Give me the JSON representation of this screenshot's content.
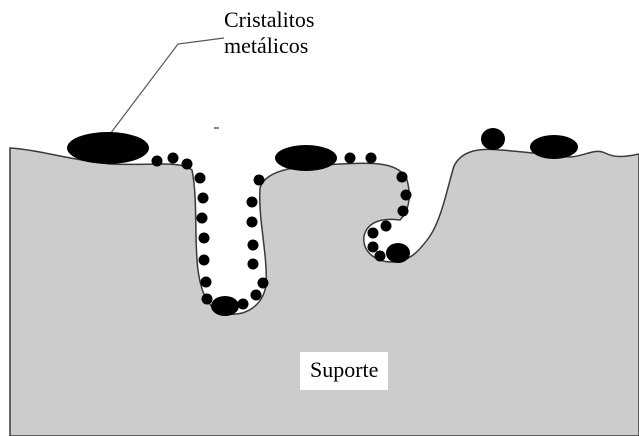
{
  "labels": {
    "crystallites_line1": "Cristalitos",
    "crystallites_line2": "metálicos",
    "support": "Suporte"
  },
  "colors": {
    "support_fill": "#cccccc",
    "outline": "#3a3a3a",
    "crystallite": "#000000",
    "background": "#ffffff"
  }
}
